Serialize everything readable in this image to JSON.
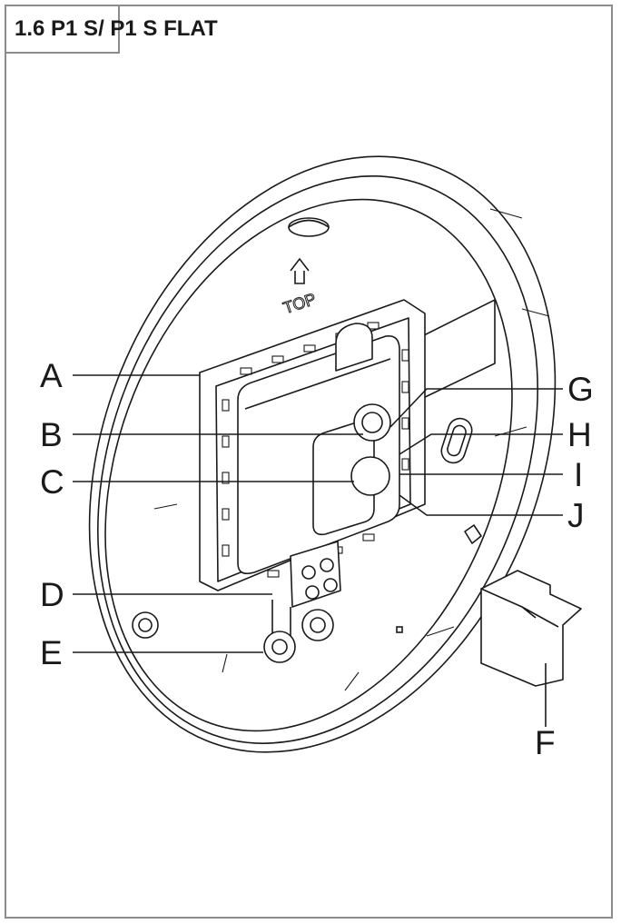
{
  "header": {
    "title": "1.6  P1 S/ P1 S FLAT"
  },
  "diagram": {
    "top_marking": "TOP",
    "callouts": [
      "A",
      "B",
      "C",
      "D",
      "E",
      "F",
      "G",
      "H",
      "I",
      "J"
    ]
  }
}
